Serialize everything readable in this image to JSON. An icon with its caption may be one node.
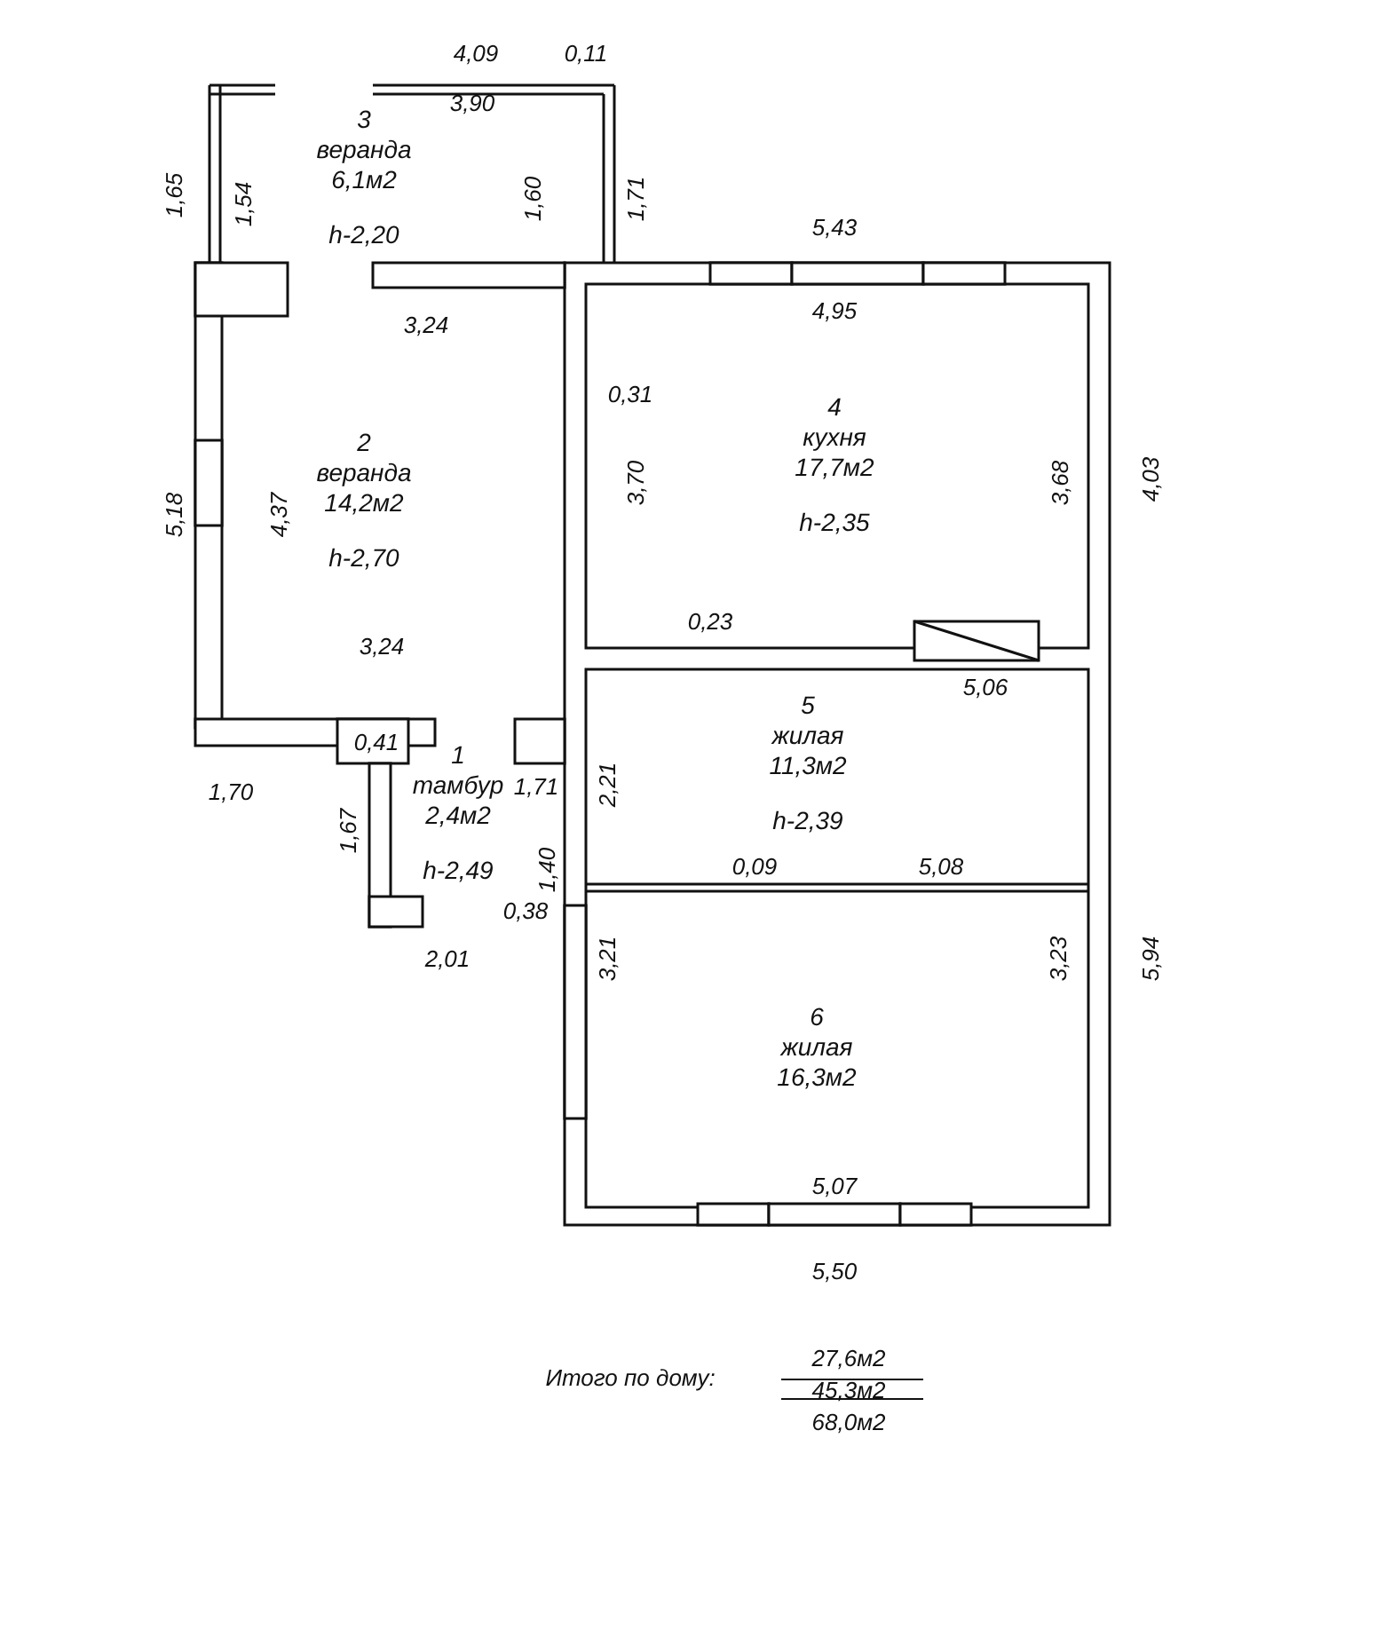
{
  "diagram": {
    "nodes": [
      {
        "text": [
          "3",
          "веранда",
          "6,1м2",
          "h-2,20"
        ]
      },
      {
        "text": [
          "2",
          "веранда",
          "14,2м2",
          "h-2,70"
        ]
      },
      {
        "text": [
          "4",
          "кухня",
          "17,7м2",
          "h-2,35"
        ]
      },
      {
        "text": [
          "1",
          "тамбур",
          "2,4м2",
          "h-2,49"
        ]
      },
      {
        "text": [
          "5",
          "жилая",
          "11,3м2",
          "h-2,39"
        ]
      },
      {
        "text": [
          "6",
          "жилая",
          "16,3м2"
        ]
      }
    ],
    "labels": [
      "4,09",
      "0,11",
      "3,90",
      "1,65",
      "1,54",
      "1,60",
      "1,71",
      "5,43",
      "3,24",
      "4,95",
      "0,31",
      "5,18",
      "4,37",
      "3,70",
      "3,68",
      "4,03",
      "3,24",
      "0,23",
      "5,06",
      "0,41",
      "1,70",
      "1,71",
      "2,21",
      "1,67",
      "1,40",
      "0,09",
      "5,08",
      "0,38",
      "2,01",
      "3,21",
      "3,23",
      "5,94",
      "5,07",
      "5,50",
      "Итого по дому:",
      "27,6м2",
      "45,3м2",
      "68,0м2"
    ]
  }
}
